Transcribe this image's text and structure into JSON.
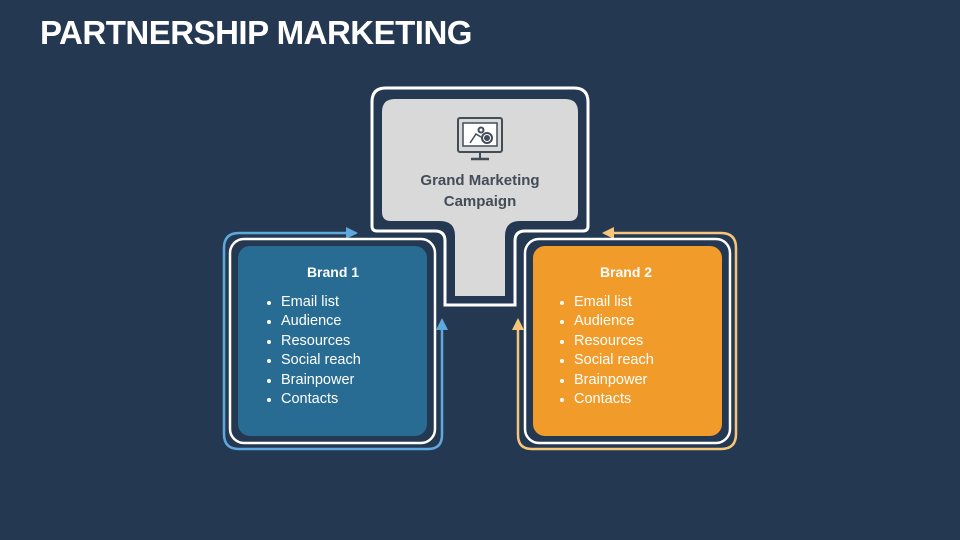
{
  "title": "PARTNERSHIP MARKETING",
  "center": {
    "label_line1": "Grand Marketing",
    "label_line2": "Campaign",
    "icon": "monitor-gear-icon"
  },
  "brand1": {
    "title": "Brand 1",
    "items": [
      "Email list",
      "Audience",
      "Resources",
      "Social reach",
      "Brainpower",
      "Contacts"
    ],
    "color": "#286c94",
    "accent": "#5fa8de"
  },
  "brand2": {
    "title": "Brand 2",
    "items": [
      "Email list",
      "Audience",
      "Resources",
      "Social reach",
      "Brainpower",
      "Contacts"
    ],
    "color": "#f19c2a",
    "accent": "#f6c678"
  },
  "colors": {
    "background": "#253852",
    "center_fill": "#d9d9d9",
    "outline": "#ffffff"
  }
}
